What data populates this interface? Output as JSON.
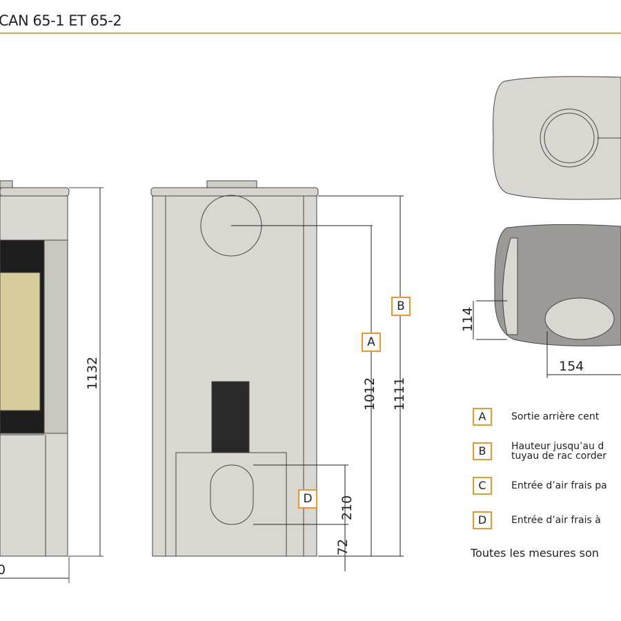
{
  "header": {
    "title": "CAN 65-1 ET 65-2"
  },
  "dimensions": {
    "total_height": "1132",
    "height_b": "1111",
    "height_a": "1012",
    "d_height": "210",
    "d_offset": "72",
    "left_bottom": "0",
    "bottom_114": "114",
    "bottom_154": "154"
  },
  "markers": {
    "a": "A",
    "b": "B",
    "d": "D"
  },
  "legend": [
    {
      "key": "A",
      "text": "Sortie arrière cent"
    },
    {
      "key": "B",
      "text": "Hauteur jusqu’au d",
      "text2": "tuyau de rac corder"
    },
    {
      "key": "C",
      "text": "Entrée d’air frais pa"
    },
    {
      "key": "D",
      "text": "Entrée d’air frais à"
    }
  ],
  "footnote": "Toutes les mesures son",
  "colors": {
    "accent": "#f0952c",
    "body": "#d9d7d2",
    "line": "#222222"
  }
}
